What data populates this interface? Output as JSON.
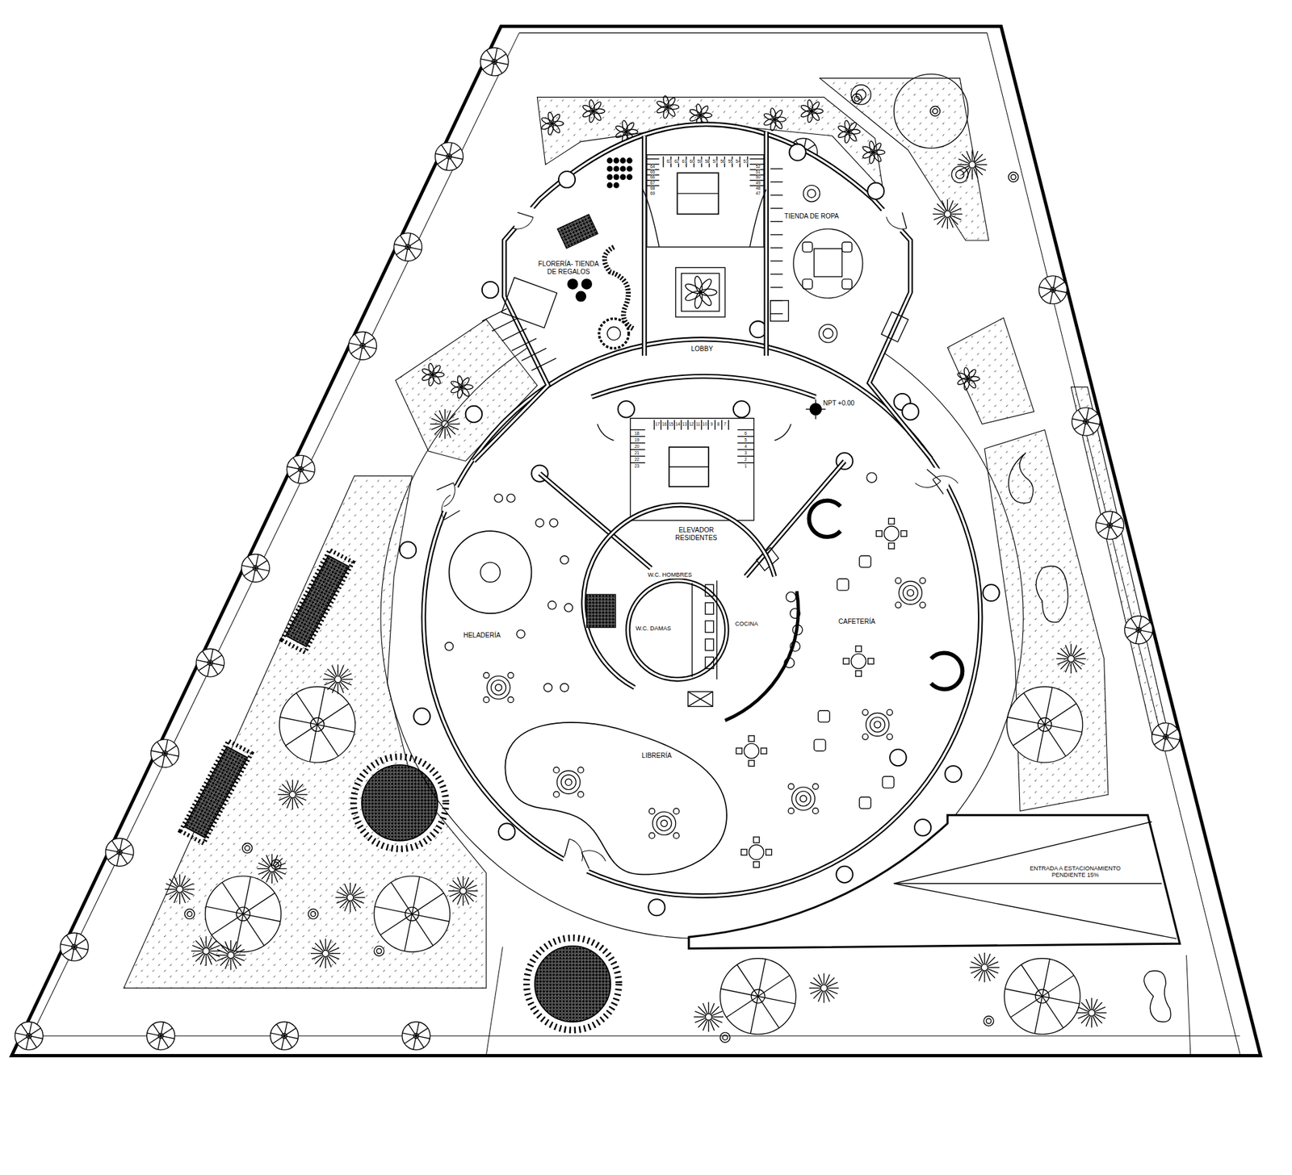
{
  "diagram": {
    "labels": [
      "FLORERÍA- TIENDA DE REGALOS",
      "TIENDA DE ROPA",
      "LOBBY",
      "NPT +0.00",
      "ELEVADOR RESIDENTES",
      "W.C. HOMBRES",
      "W.C. DAMAS",
      "COCINA",
      "HELADERÍA",
      "CAFETERÍA",
      "LIBRERÍA",
      "ENTRADA A ESTACIONAMIENTO PENDIENTE 15%",
      "64",
      "65",
      "66",
      "67",
      "68",
      "69",
      "63",
      "62",
      "61",
      "60",
      "59",
      "58",
      "57",
      "56",
      "55",
      "54",
      "53",
      "52",
      "51",
      "50",
      "49",
      "48",
      "47",
      "18",
      "19",
      "20",
      "21",
      "22",
      "23",
      "17",
      "16",
      "15",
      "14",
      "13",
      "12",
      "11",
      "10",
      "9",
      "8",
      "7",
      "6",
      "5",
      "4",
      "3",
      "2",
      "1"
    ]
  }
}
